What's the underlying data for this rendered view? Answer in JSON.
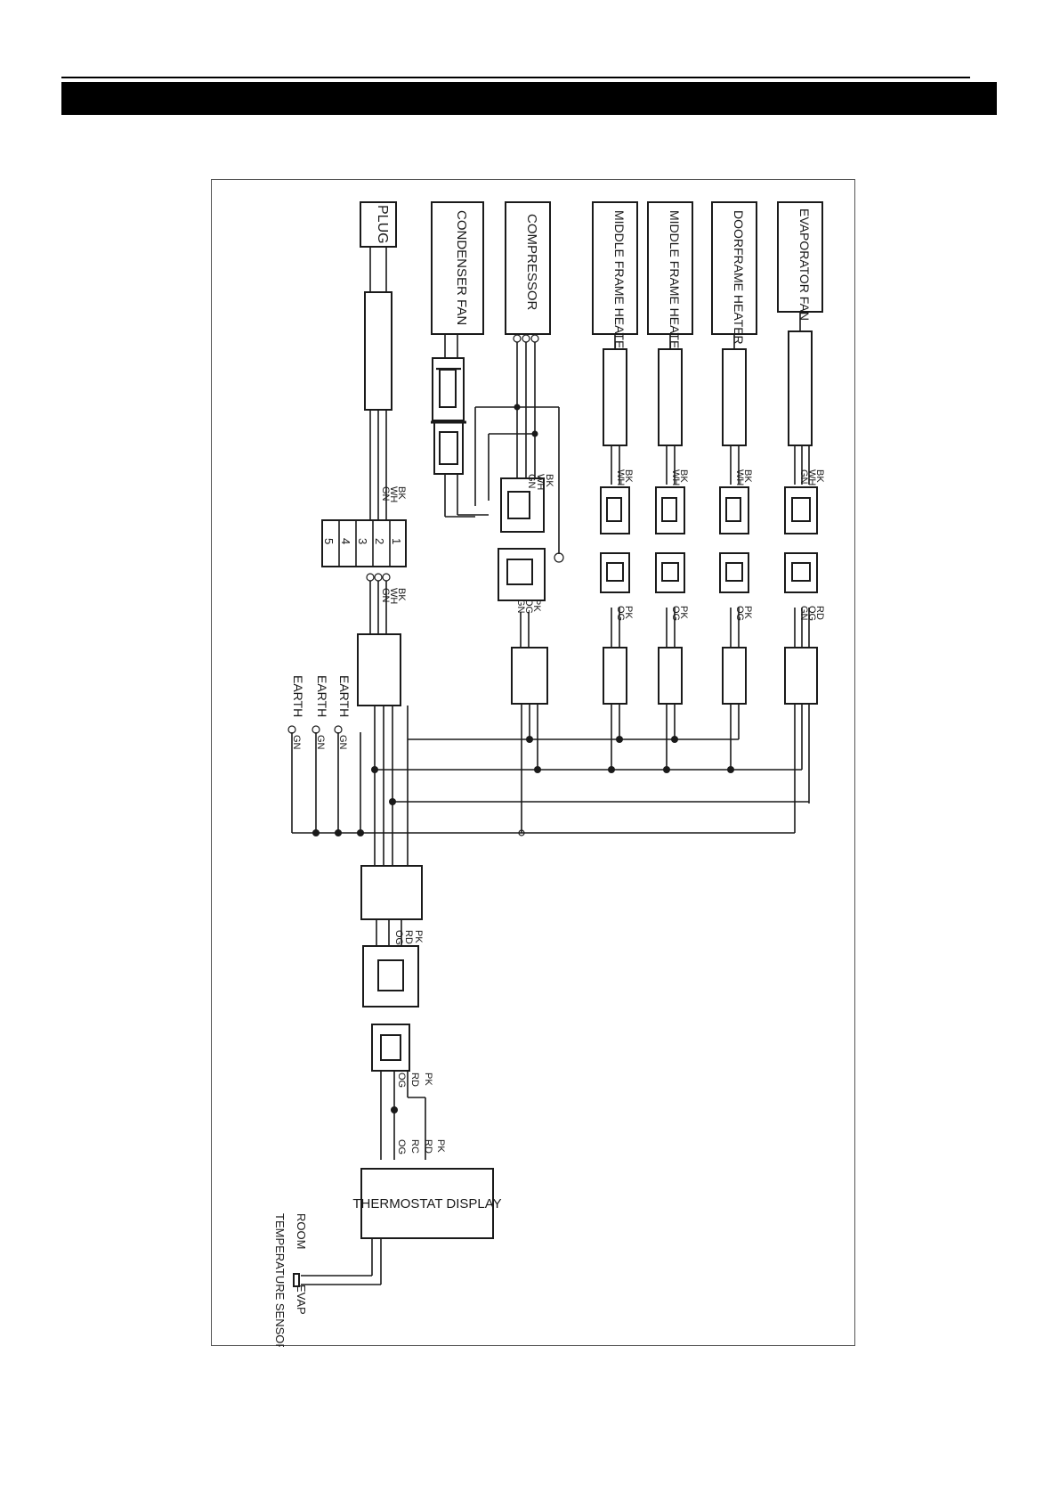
{
  "page": {
    "background": "#ffffff",
    "ink": "#1a1a1a",
    "header_bar_color": "#000000"
  },
  "components": [
    {
      "id": "plug",
      "label": "PLUG"
    },
    {
      "id": "condenser-fan",
      "label": "CONDENSER FAN"
    },
    {
      "id": "compressor",
      "label": "COMPRESSOR"
    },
    {
      "id": "middle-frame-heater-1",
      "label": "MIDDLE FRAME HEATER"
    },
    {
      "id": "middle-frame-heater-2",
      "label": "MIDDLE FRAME HEATER"
    },
    {
      "id": "doorframe-heater",
      "label": "DOORFRAME HEATER"
    },
    {
      "id": "evaporator-fan",
      "label": "EVAPORATOR FAN"
    },
    {
      "id": "thermostat-display",
      "label": "THERMOSTAT DISPLAY"
    }
  ],
  "terminal_block": [
    "1",
    "2",
    "3",
    "4",
    "5"
  ],
  "wire_codes": {
    "plug_side": [
      "BK",
      "WH",
      "GN"
    ],
    "block_out": [
      "BK",
      "WH",
      "GN"
    ],
    "compressor_side": [
      "BK",
      "WH",
      "GN"
    ],
    "compressor_harness": [
      "PK",
      "OG",
      "GN"
    ],
    "heater_side": [
      "BK",
      "WH"
    ],
    "heater_harness": [
      "PK",
      "OG"
    ],
    "evap_fan_side": [
      "BK",
      "WH",
      "GN"
    ],
    "evap_fan_harness": [
      "RD",
      "OG",
      "GN"
    ],
    "display_connector": [
      "PK",
      "RD",
      "OG"
    ],
    "display_input": [
      "PK",
      "RD",
      "RC",
      "OG"
    ]
  },
  "earth": {
    "label": "EARTH",
    "wire": "GN"
  },
  "sensors": {
    "room_label": "ROOM",
    "evap_label": "EVAP",
    "sensor_label": "TEMPERATURE SENSOR"
  }
}
